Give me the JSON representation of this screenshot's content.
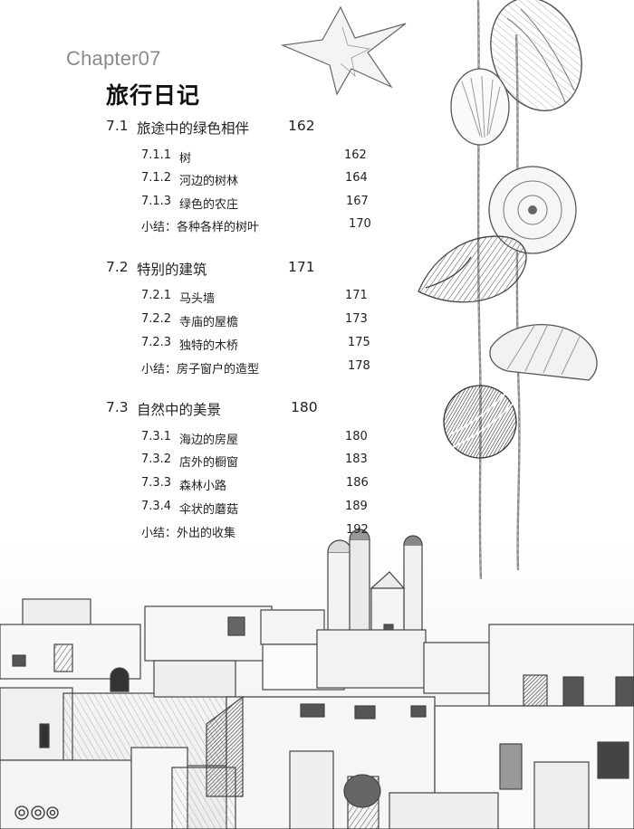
{
  "chapter": {
    "label": "Chapter07",
    "title": "旅行日记"
  },
  "sections": [
    {
      "number": "7.1",
      "title": "旅途中的绿色相伴",
      "page": "162",
      "items": [
        {
          "number": "7.1.1",
          "title": "树",
          "page": "162"
        },
        {
          "number": "7.1.2",
          "title": "河边的树林",
          "page": "164"
        },
        {
          "number": "7.1.3",
          "title": "绿色的农庄",
          "page": "167"
        }
      ],
      "summary": {
        "text": "小结：各种各样的树叶",
        "page": "170"
      }
    },
    {
      "number": "7.2",
      "title": "特别的建筑",
      "page": "171",
      "items": [
        {
          "number": "7.2.1",
          "title": "马头墙",
          "page": "171"
        },
        {
          "number": "7.2.2",
          "title": "寺庙的屋檐",
          "page": "173"
        },
        {
          "number": "7.2.3",
          "title": "独特的木桥",
          "page": "175"
        }
      ],
      "summary": {
        "text": "小结：房子窗户的造型",
        "page": "178"
      }
    },
    {
      "number": "7.3",
      "title": "自然中的美景",
      "page": "180",
      "items": [
        {
          "number": "7.3.1",
          "title": "海边的房屋",
          "page": "180"
        },
        {
          "number": "7.3.2",
          "title": "店外的橱窗",
          "page": "183"
        },
        {
          "number": "7.3.3",
          "title": "森林小路",
          "page": "186"
        },
        {
          "number": "7.3.4",
          "title": "伞状的蘑菇",
          "page": "189"
        }
      ],
      "summary": {
        "text": "小结：外出的收集",
        "page": "192"
      }
    }
  ]
}
